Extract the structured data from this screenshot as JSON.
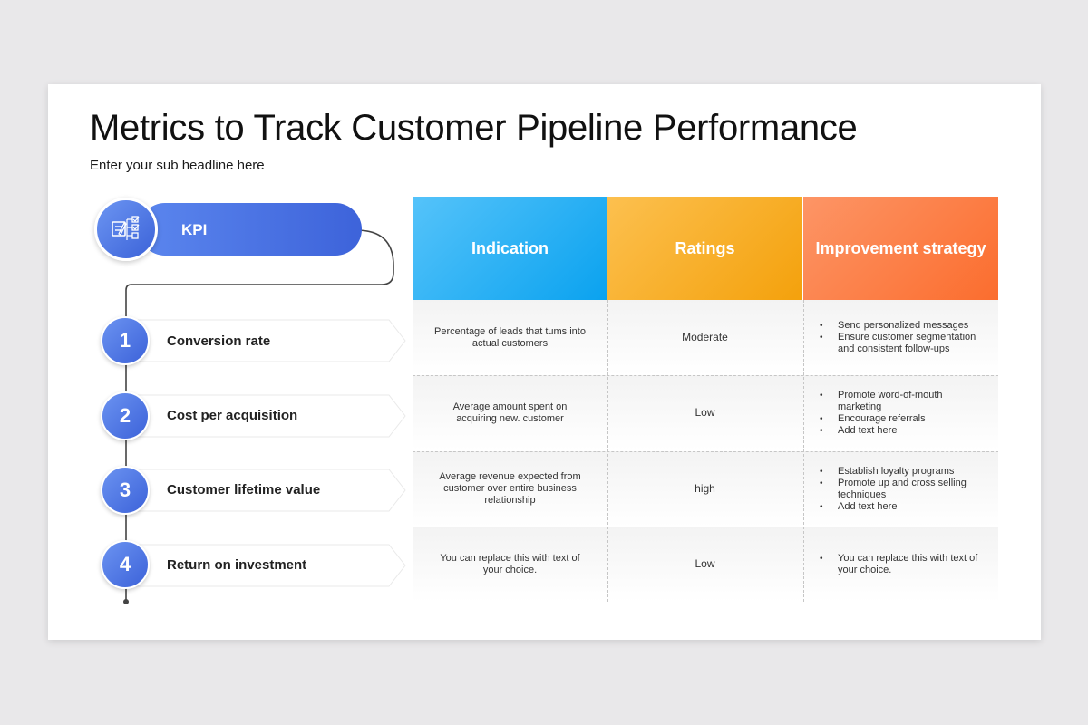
{
  "title": "Metrics to Track Customer Pipeline Performance",
  "subtitle": "Enter your sub headline here",
  "kpi": {
    "label": "KPI",
    "icon": "checklist-icon"
  },
  "items": [
    {
      "number": "1",
      "label": "Conversion rate"
    },
    {
      "number": "2",
      "label": "Cost per acquisition"
    },
    {
      "number": "3",
      "label": "Customer lifetime value"
    },
    {
      "number": "4",
      "label": "Return on investment"
    }
  ],
  "table": {
    "headers": {
      "indication": "Indication",
      "ratings": "Ratings",
      "strategy": "Improvement strategy"
    },
    "colors": {
      "indication": "#0aa2ef",
      "ratings": "#f4a10c",
      "strategy": "#fb6d2e",
      "kpi": "#3d63da"
    },
    "rows": [
      {
        "indication": "Percentage of leads that tums into actual customers",
        "rating": "Moderate",
        "strategy": [
          "Send personalized messages",
          "Ensure customer segmentation and consistent follow-ups"
        ]
      },
      {
        "indication": "Average amount spent on acquiring new. customer",
        "rating": "Low",
        "strategy": [
          "Promote word-of-mouth marketing",
          "Encourage referrals",
          "Add text here"
        ]
      },
      {
        "indication": "Average revenue expected from customer over entire business relationship",
        "rating": "high",
        "strategy": [
          "Establish loyalty programs",
          "Promote up and cross selling techniques",
          "Add text here"
        ]
      },
      {
        "indication": "You can replace this with text of your choice.",
        "rating": "Low",
        "strategy": [
          "You can replace this with text of your choice."
        ]
      }
    ]
  }
}
